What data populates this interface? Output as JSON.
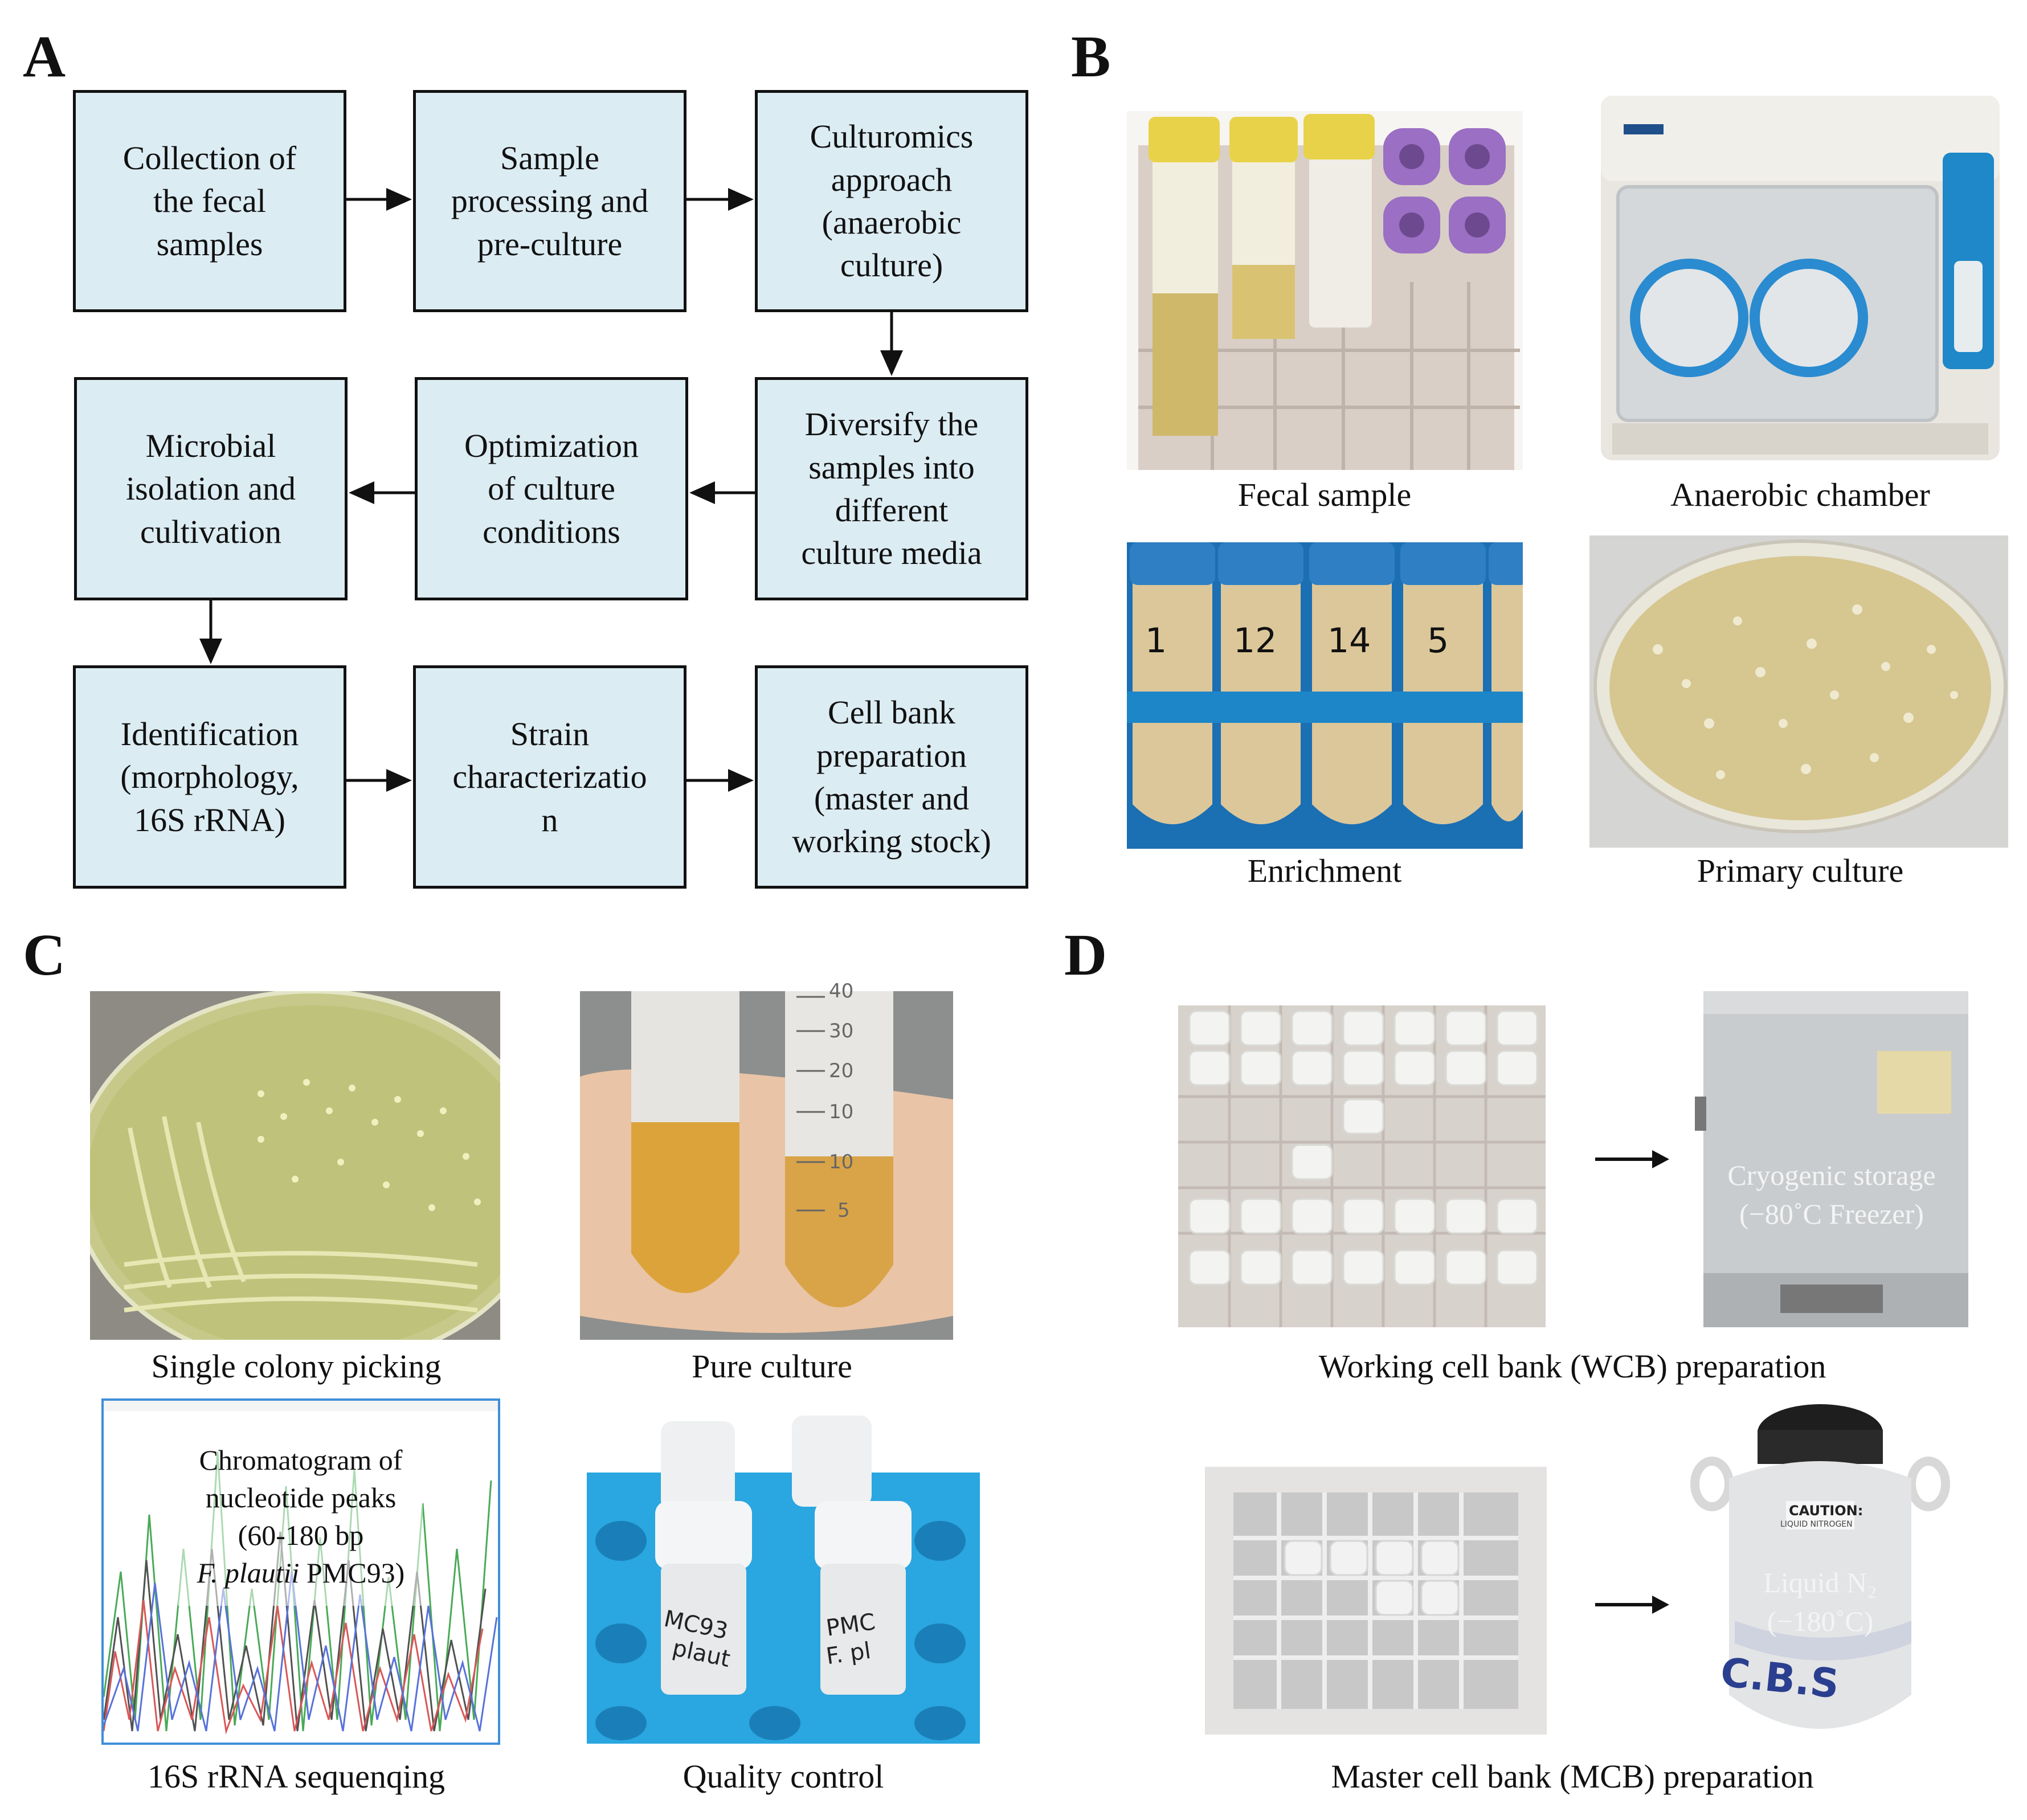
{
  "panels": {
    "a": "A",
    "b": "B",
    "c": "C",
    "d": "D"
  },
  "flow": {
    "collection": "Collection of\nthe fecal\nsamples",
    "processing": "Sample\nprocessing and\npre-culture",
    "culturomics": "Culturomics\napproach\n(anaerobic\nculture)",
    "diversify": "Diversify the\nsamples into\ndifferent\nculture media",
    "optimization": "Optimization\nof culture\nconditions",
    "isolation": "Microbial\nisolation and\ncultivation",
    "identification": "Identification\n(morphology,\n16S rRNA)",
    "characterization": "Strain\ncharacterizatio\nn",
    "cellbank": "Cell bank\npreparation\n(master and\nworking stock)"
  },
  "panel_b": {
    "fecal": "Fecal sample",
    "chamber": "Anaerobic chamber",
    "enrichment": "Enrichment",
    "primary": "Primary culture",
    "tube_labels": [
      "1",
      "12",
      "14",
      "5"
    ]
  },
  "panel_c": {
    "single": "Single colony picking",
    "pure": "Pure culture",
    "seq": "16S rRNA sequenqing",
    "qc": "Quality control",
    "chromatogram_line1": "Chromatogram of",
    "chromatogram_line2": "nucleotide peaks",
    "chromatogram_line3": "(60-180 bp",
    "chromatogram_species": "F. plautii",
    "chromatogram_strain": " PMC93)",
    "tube_scale": [
      "40",
      "30",
      "20",
      "10",
      "10",
      "5"
    ],
    "vial_labels": [
      "MC93",
      "plaut",
      "PMC",
      "F. pl"
    ]
  },
  "panel_d": {
    "wcb": "Working cell bank (WCB) preparation",
    "mcb": "Master cell bank (MCB) preparation",
    "cryo": "Cryogenic storage\n(−80˚C Freezer)",
    "ln2": "Liquid N₂\n(−180˚C)",
    "caution": "CAUTION:",
    "caution_sub": "LIQUID NITROGEN",
    "cbs": "C.B.S"
  },
  "colors": {
    "flow_box": "#dcecf3",
    "border": "#111111",
    "rack_blue": "#1d86c8",
    "cap_yellow": "#e8d24a",
    "cap_purple": "#9b6fc4",
    "cap_blue": "#1b6fb3"
  }
}
